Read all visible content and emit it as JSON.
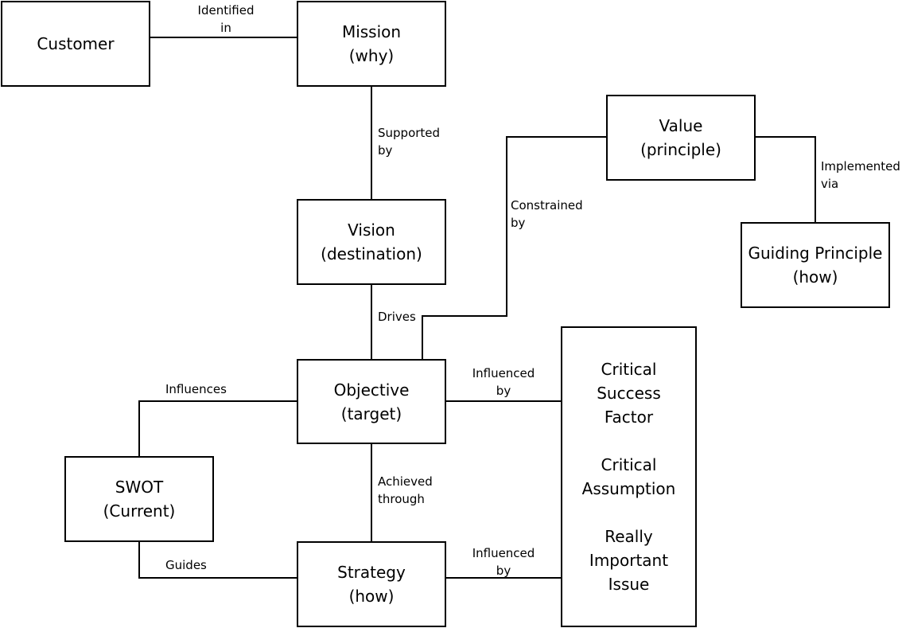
{
  "colors": {
    "line": "#000000",
    "box_border": "#000000",
    "background": "#ffffff",
    "text": "#000000"
  },
  "nodes": {
    "customer": {
      "line1": "Customer"
    },
    "mission": {
      "line1": "Mission",
      "line2": "(why)"
    },
    "vision": {
      "line1": "Vision",
      "line2": "(destination)"
    },
    "value": {
      "line1": "Value",
      "line2": "(principle)"
    },
    "guiding_principle": {
      "line1": "Guiding Principle",
      "line2": "(how)"
    },
    "objective": {
      "line1": "Objective",
      "line2": "(target)"
    },
    "swot": {
      "line1": "SWOT",
      "line2": "(Current)"
    },
    "strategy": {
      "line1": "Strategy",
      "line2": "(how)"
    },
    "influencers": {
      "lines": [
        "Critical",
        "Success",
        "Factor",
        "",
        "Critical",
        "Assumption",
        "",
        "Really",
        "Important",
        "Issue"
      ]
    }
  },
  "edges": {
    "identified_in": {
      "line1": "Identified",
      "line2": "in"
    },
    "supported_by": {
      "line1": "Supported",
      "line2": "by"
    },
    "drives": {
      "line1": "Drives"
    },
    "constrained_by": {
      "line1": "Constrained",
      "line2": "by"
    },
    "implemented_via": {
      "line1": "Implemented",
      "line2": "via"
    },
    "influences": {
      "line1": "Influences"
    },
    "achieved_through": {
      "line1": "Achieved",
      "line2": "through"
    },
    "guides": {
      "line1": "Guides"
    },
    "objective_influenced_by": {
      "line1": "Influenced",
      "line2": "by"
    },
    "strategy_influenced_by": {
      "line1": "Influenced",
      "line2": "by"
    }
  }
}
